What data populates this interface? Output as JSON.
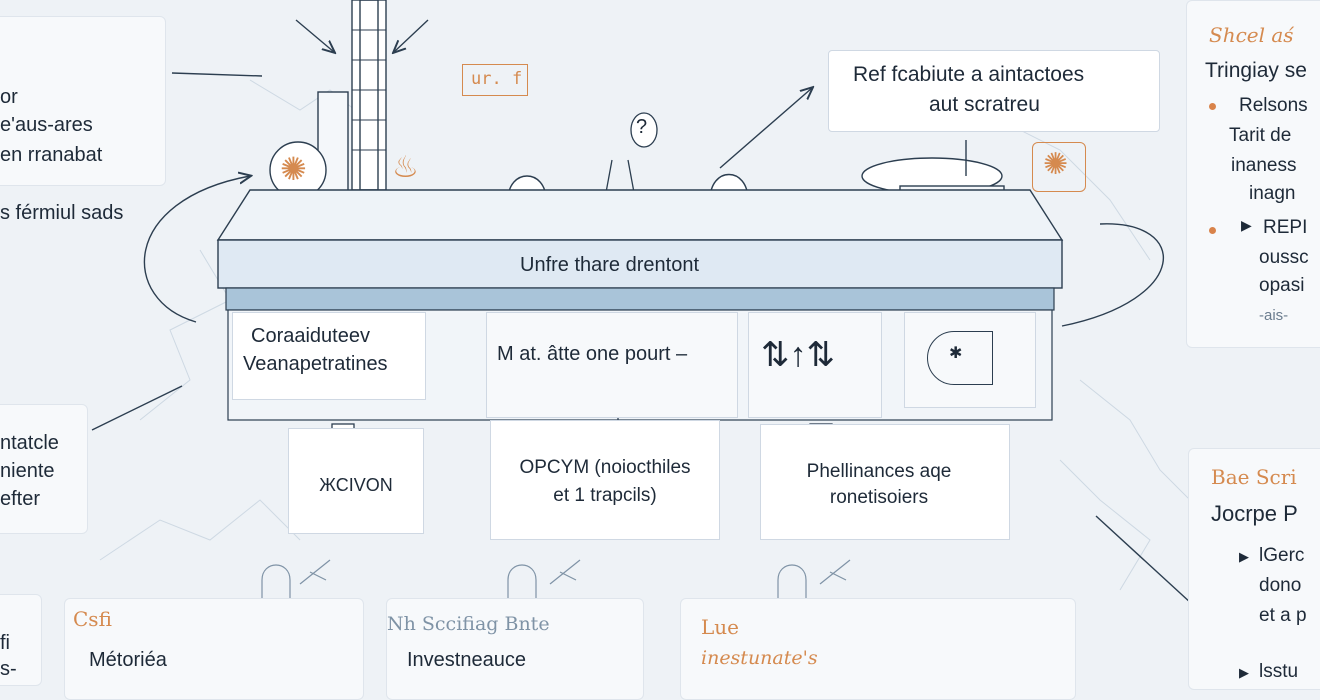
{
  "left_notes": {
    "top_lines": [
      "or",
      "e'aus-ares",
      "en rranabat"
    ],
    "mid_line": "s férmiul sads",
    "lower_lines": [
      "ntatcle",
      "niente",
      "efter"
    ],
    "bottom_lines": [
      "fi",
      "s-"
    ]
  },
  "top_tag": "ur. f",
  "top_callout": [
    "Ref fcabiute a aintactoes",
    "aut scratreu"
  ],
  "platform_label": "Unfre thare drentont",
  "lower_panels": [
    {
      "lines": [
        "Coraaiduteev",
        "Veanapetratines"
      ]
    },
    {
      "lines": [
        "M at. âtte one pourt –"
      ]
    },
    {
      "lines": []
    },
    {
      "lines": []
    }
  ],
  "boxes": [
    {
      "lines": [
        "ЖСІVON"
      ]
    },
    {
      "lines": [
        "OPCYM (noiocthiles",
        "et 1 trapcils)"
      ]
    },
    {
      "lines": [
        "Phellinances aqe",
        "ronetisoiers"
      ]
    }
  ],
  "right_top": {
    "heading": "Shcel aś",
    "title": "Tringiay se",
    "items": [
      {
        "marker": "dot",
        "lines": [
          "Relsons",
          "Tarit de",
          "inaness",
          "inagn"
        ]
      },
      {
        "marker": "arrow",
        "lines": [
          "REPI",
          "oussc",
          "opasi"
        ]
      }
    ],
    "footer": "-ais-"
  },
  "right_bottom": {
    "heading": "Bae Scri",
    "title": "Jocrpe P",
    "items": [
      {
        "lines": [
          "lGerc",
          "dono",
          "et a p"
        ]
      },
      {
        "lines": [
          "lsstu"
        ]
      }
    ]
  },
  "bottom_cards": [
    {
      "heading": "Csfi",
      "body": "Métoriéa"
    },
    {
      "heading": "Nh Sccifiag Bnte",
      "body": "Investneauce"
    },
    {
      "heading": "Lue",
      "sub": "inestunate's",
      "body": ""
    }
  ],
  "colors": {
    "accent": "#d58a4f",
    "line": "#2c3e50",
    "platform": "#dfe9f3",
    "band": "#a9c4d9"
  }
}
